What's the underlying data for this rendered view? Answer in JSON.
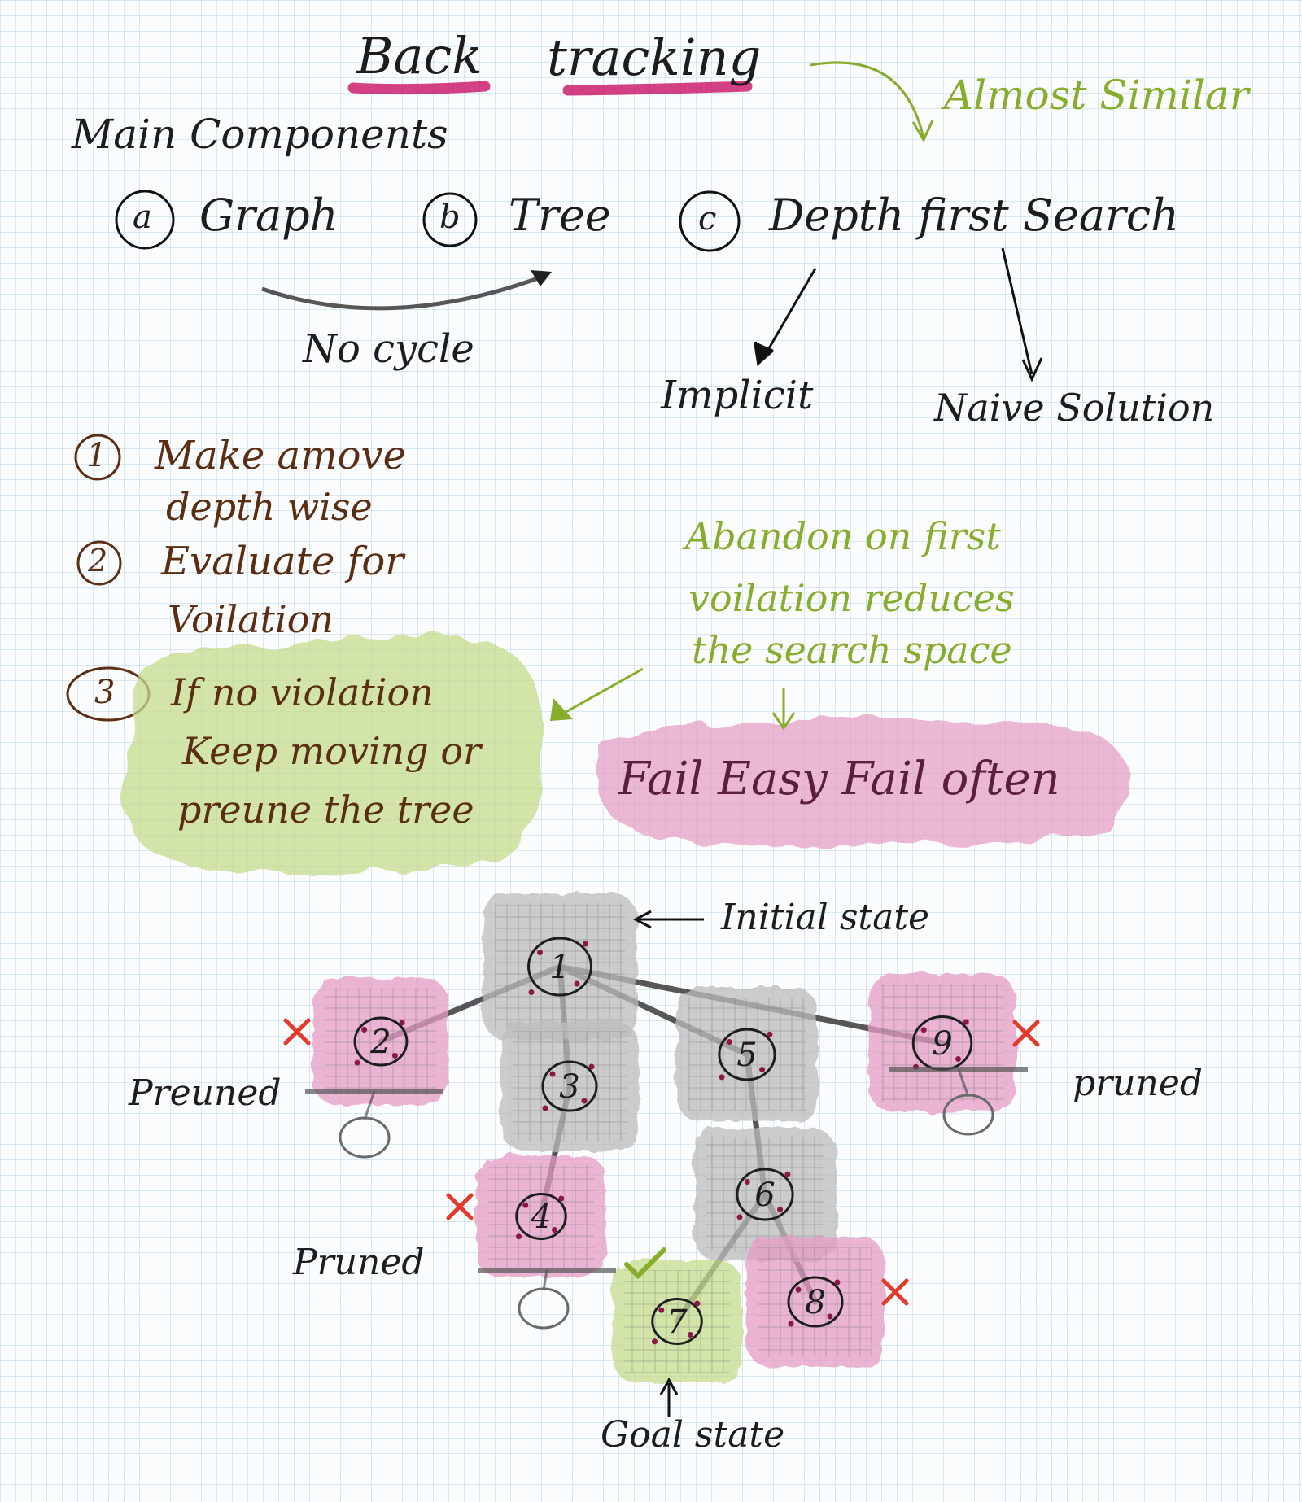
{
  "title": {
    "word1": "Back",
    "word2": "tracking"
  },
  "almost_similar": "Almost Similar",
  "main_components": "Main Components",
  "components": [
    {
      "marker": "a",
      "label": "Graph"
    },
    {
      "marker": "b",
      "label": "Tree"
    },
    {
      "marker": "c",
      "label": "Depth first Search"
    }
  ],
  "no_cycle": "No cycle",
  "dfs_branches": {
    "left": "Implicit",
    "right": "Naive Solution"
  },
  "steps": [
    {
      "num": "1",
      "line1": "Make amove",
      "line2": "depth wise"
    },
    {
      "num": "2",
      "line1": "Evaluate for",
      "line2": "Voilation"
    },
    {
      "num": "3",
      "line1": "If no violation",
      "line2": "Keep moving or",
      "line3": "preune the tree"
    }
  ],
  "abandon_note": {
    "line1": "Abandon on first",
    "line2": "voilation reduces",
    "line3": "the search space"
  },
  "fail_box": "Fail Easy Fail often",
  "tree": {
    "initial_label": "Initial state",
    "goal_label": "Goal state",
    "pruned_labels": [
      "Preuned",
      "Pruned",
      "pruned"
    ],
    "nodes": [
      {
        "id": "1",
        "status": "visited"
      },
      {
        "id": "2",
        "status": "failed"
      },
      {
        "id": "3",
        "status": "visited"
      },
      {
        "id": "4",
        "status": "failed"
      },
      {
        "id": "5",
        "status": "visited"
      },
      {
        "id": "6",
        "status": "visited"
      },
      {
        "id": "7",
        "status": "goal"
      },
      {
        "id": "8",
        "status": "failed"
      },
      {
        "id": "9",
        "status": "failed"
      }
    ]
  },
  "colors": {
    "ink": "#1d1d1d",
    "brown": "#5a2e12",
    "green_text": "#86ad2c",
    "green_wash": "#c6dc8e",
    "pink_wash": "#e59cc4",
    "magenta_underline": "#cc1f6e",
    "gray_wash": "#bdbdbd",
    "red_cross": "#e23b2e"
  }
}
